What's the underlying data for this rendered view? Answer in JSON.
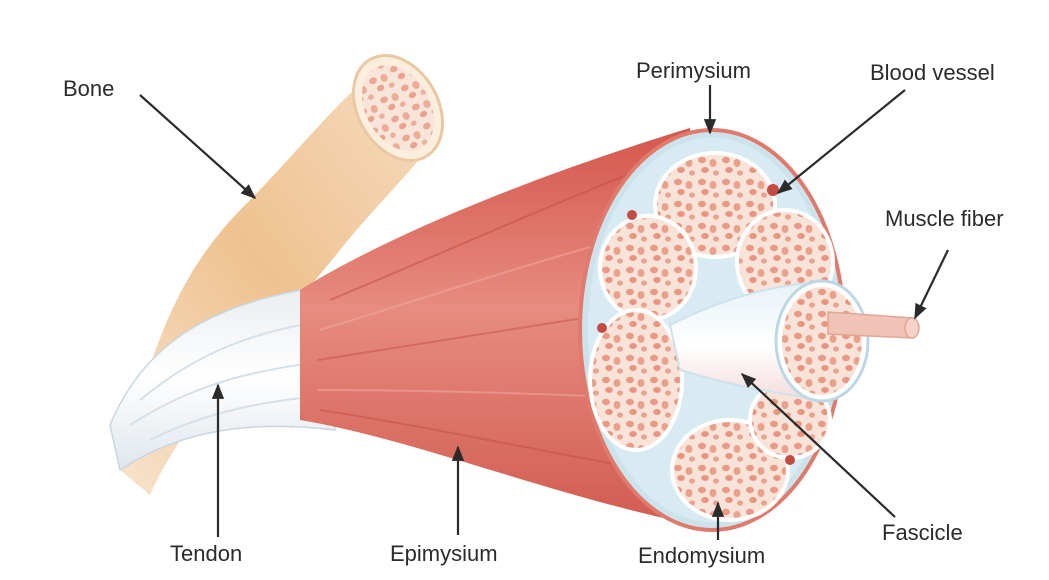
{
  "labels": {
    "bone": "Bone",
    "perimysium": "Perimysium",
    "blood_vessel": "Blood vessel",
    "muscle_fiber": "Muscle fiber",
    "tendon": "Tendon",
    "epimysium": "Epimysium",
    "endomysium": "Endomysium",
    "fascicle": "Fascicle"
  },
  "colors": {
    "bone": "#f0c79a",
    "muscle": "#d9675a",
    "tendon": "#f2f4f6",
    "fascicle_fill": "#f7dccf",
    "fascicle_border": "#ffffff",
    "endomysium_lines": "#c8dde8",
    "arrow": "#2b2b2b"
  }
}
